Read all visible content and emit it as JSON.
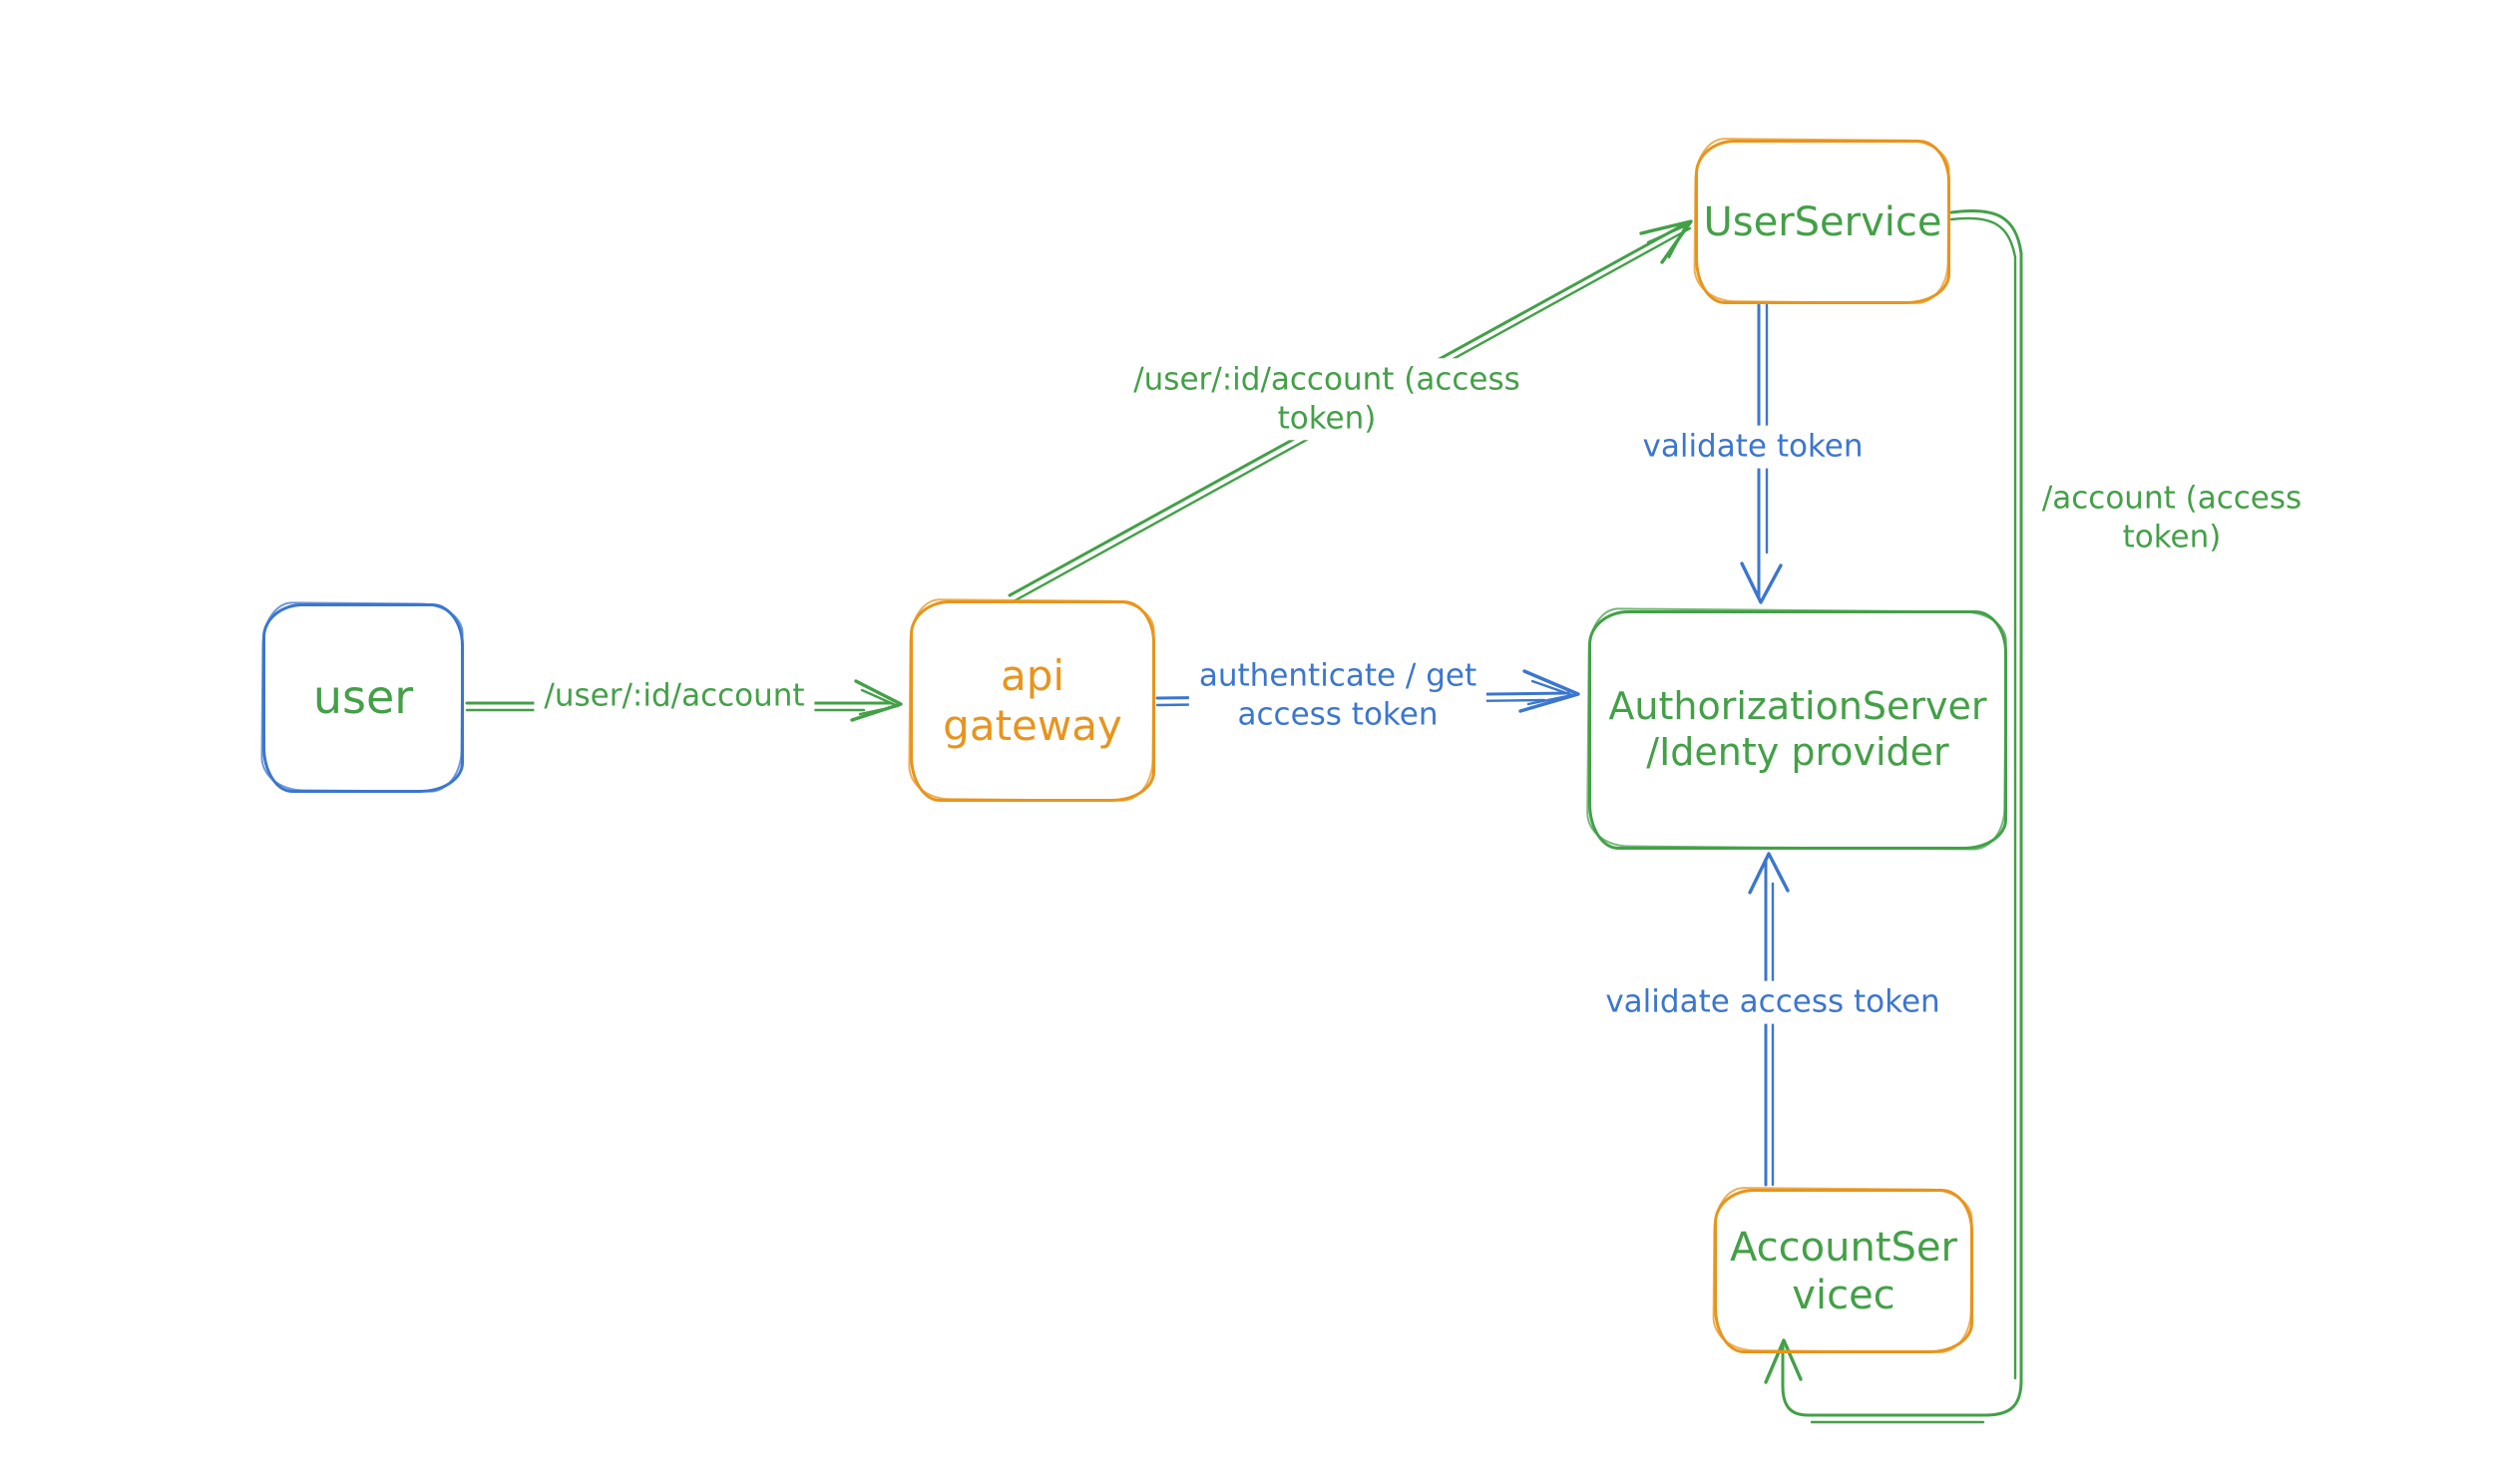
{
  "colors": {
    "blue": "#3b76cf",
    "green": "#43a047",
    "orange": "#e8941c",
    "background": "#ffffff"
  },
  "nodes": {
    "user": {
      "label": "user"
    },
    "api_gateway": {
      "label": "api\ngateway"
    },
    "user_service": {
      "label": "UserService"
    },
    "auth_server": {
      "label": "AuthorizationServer\n/Identy provider"
    },
    "account_service": {
      "label": "AccountSer\nvicec"
    }
  },
  "edges": {
    "user_to_gateway": {
      "label": "/user/:id/account",
      "color": "green",
      "from": "user",
      "to": "api_gateway"
    },
    "gateway_to_user_service": {
      "label": "/user/:id/account (access\ntoken)",
      "color": "green",
      "from": "api_gateway",
      "to": "user_service"
    },
    "gateway_to_auth": {
      "label": "authenticate / get\naccess token",
      "color": "blue",
      "from": "api_gateway",
      "to": "auth_server"
    },
    "user_service_to_auth": {
      "label": "validate token",
      "color": "blue",
      "from": "user_service",
      "to": "auth_server"
    },
    "account_to_auth": {
      "label": "validate access token",
      "color": "blue",
      "from": "account_service",
      "to": "auth_server"
    },
    "user_service_to_account": {
      "label": "/account (access token)",
      "color": "green",
      "from": "user_service",
      "to": "account_service"
    }
  }
}
